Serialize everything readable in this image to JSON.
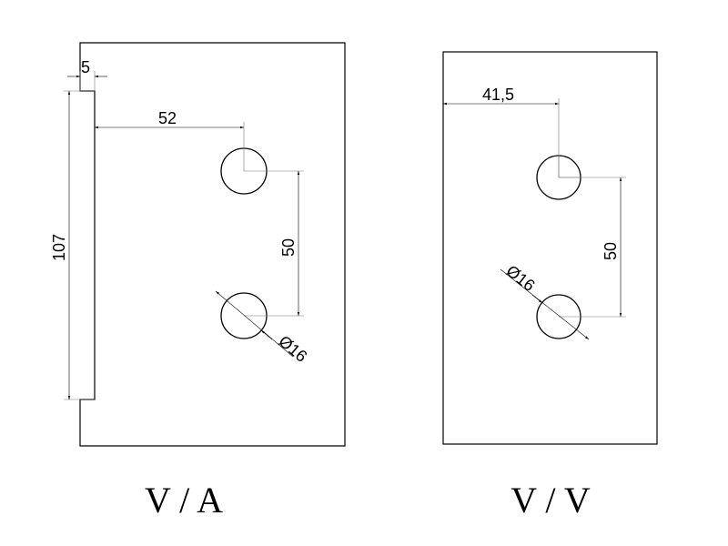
{
  "left_drawing": {
    "caption": "V / A",
    "dims": {
      "notch": "5",
      "edge_to_hole": "52",
      "hole_spacing": "50",
      "notch_length": "107",
      "hole_diameter": "Ø16"
    }
  },
  "right_drawing": {
    "caption": "V / V",
    "dims": {
      "edge_to_hole": "41,5",
      "hole_spacing": "50",
      "hole_diameter": "Ø16"
    }
  }
}
